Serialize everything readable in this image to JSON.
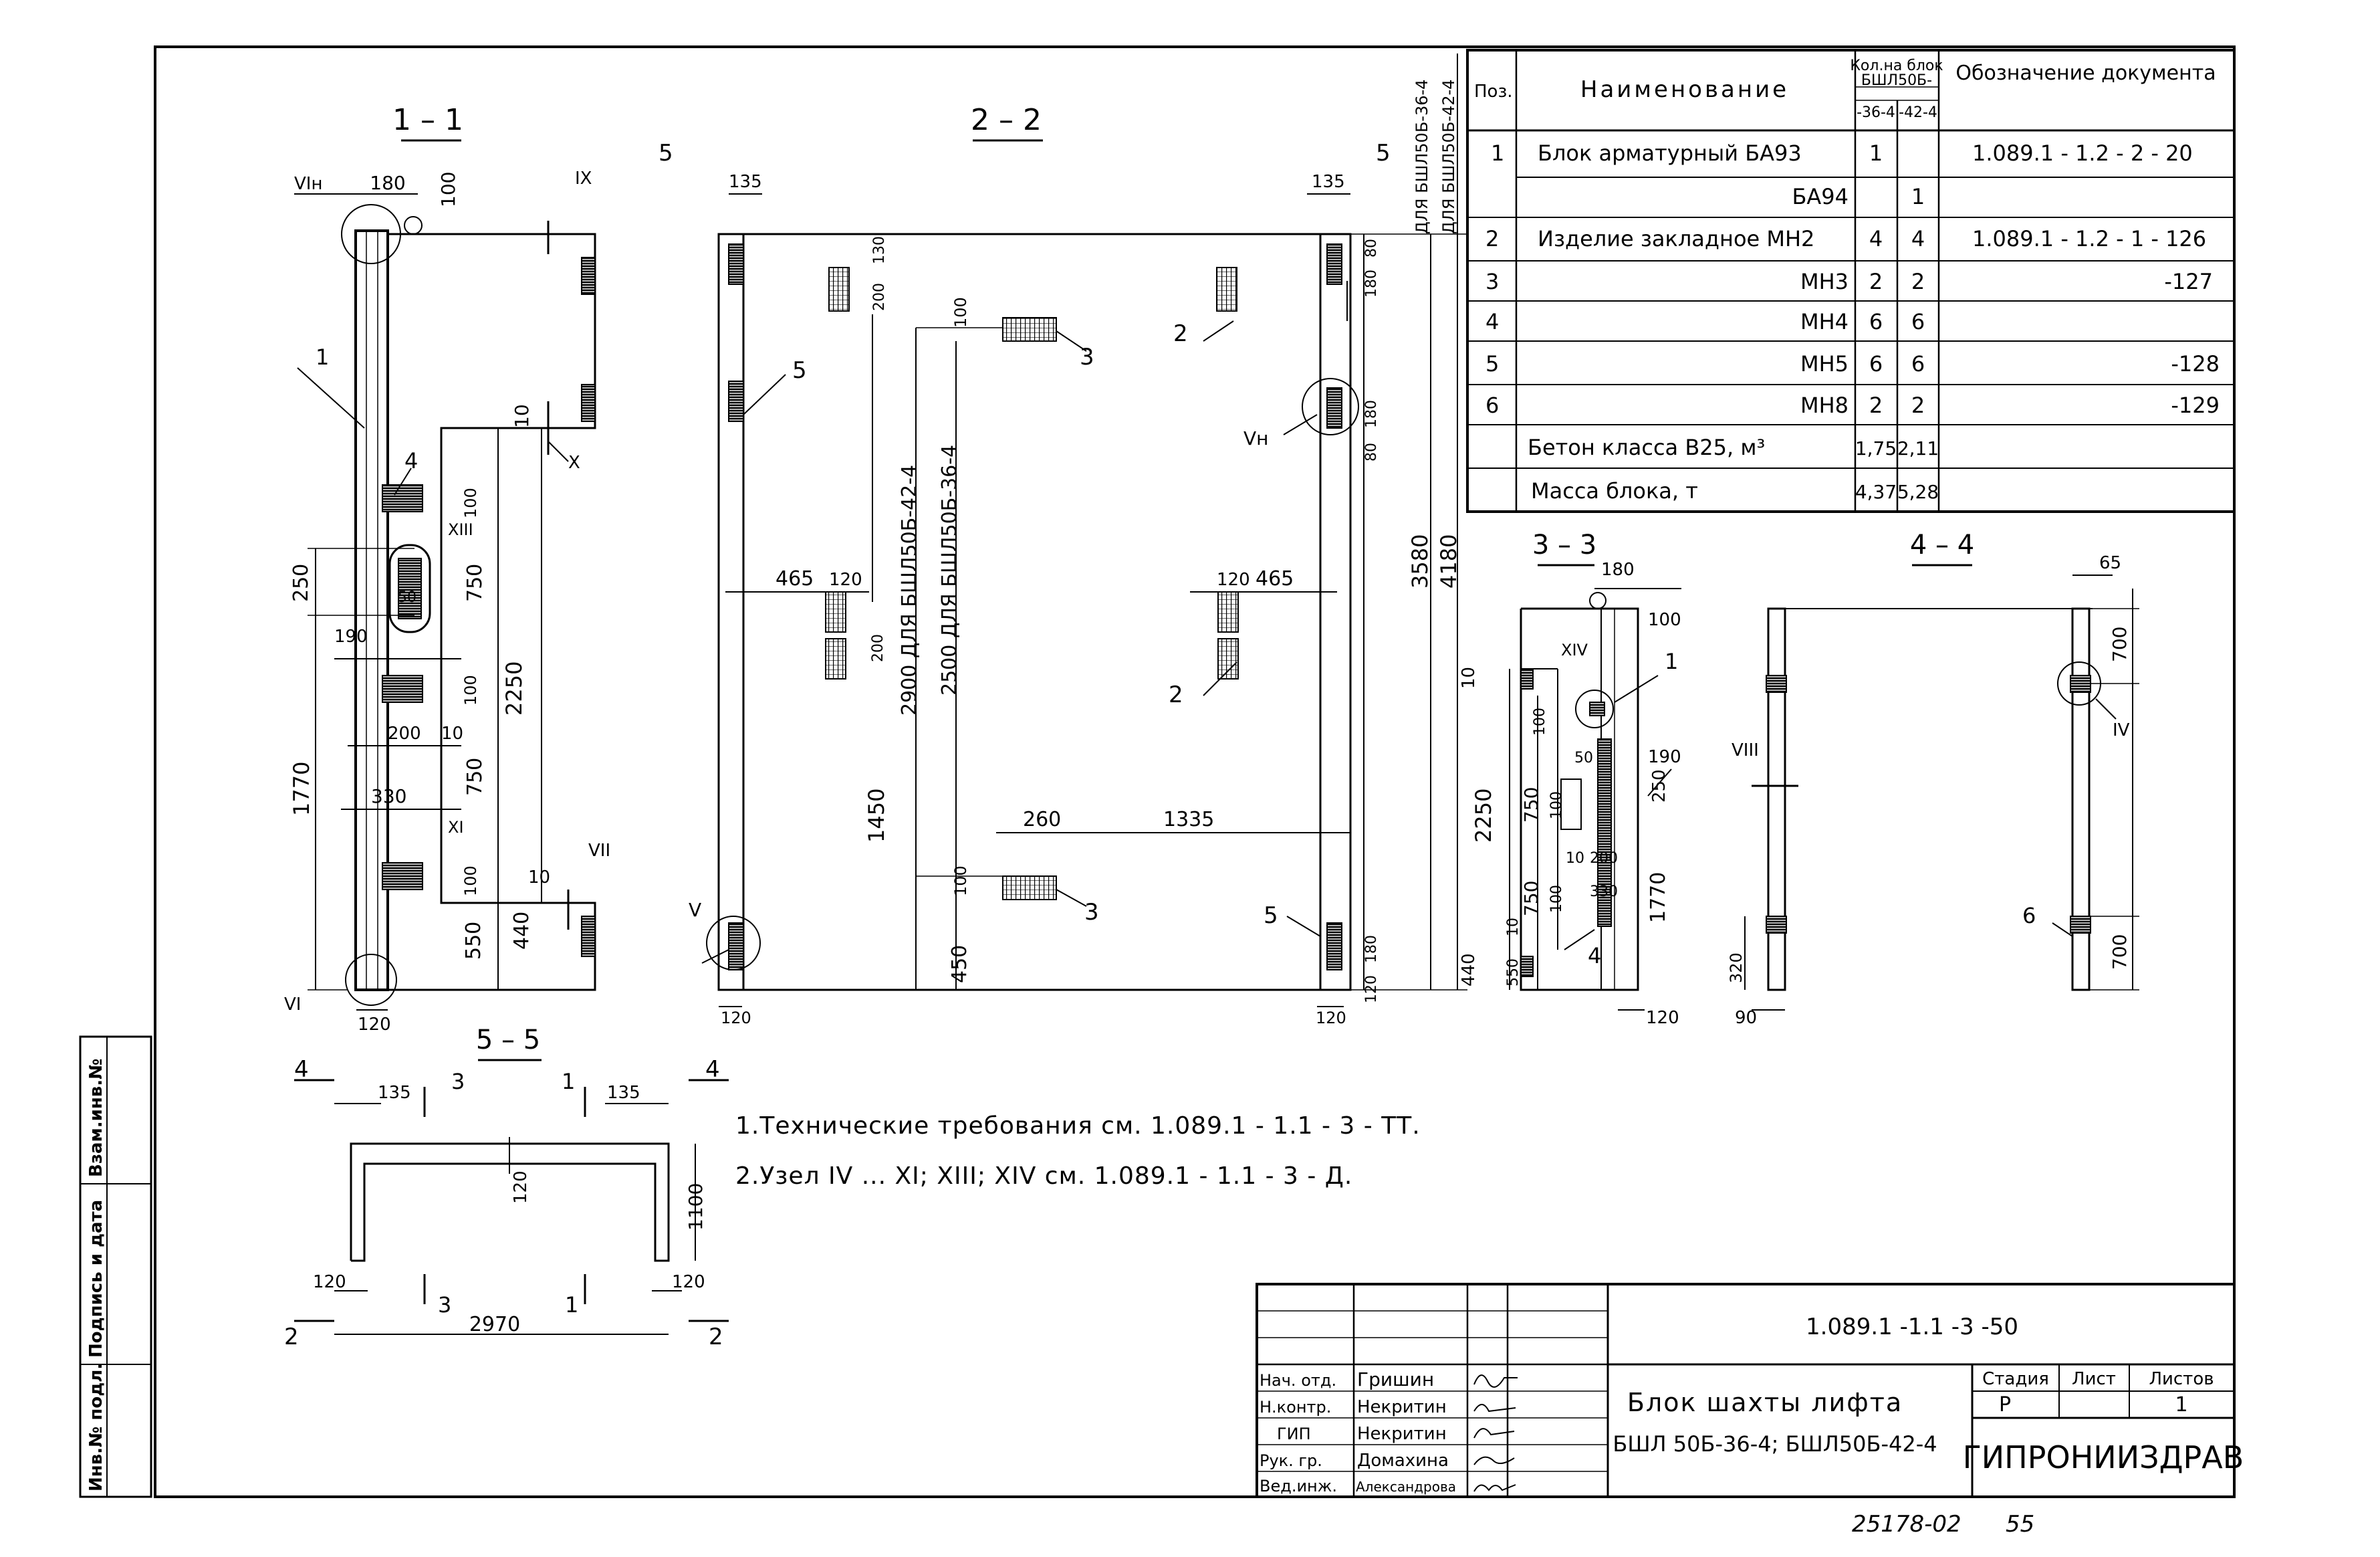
{
  "sections": {
    "s11": "1 – 1",
    "s22": "2 – 2",
    "s33": "3 – 3",
    "s44": "4 – 4",
    "s55": "5 – 5"
  },
  "cut_marks": {
    "c5": "5",
    "c4": "4",
    "c2": "2",
    "c3": "3",
    "c1": "1"
  },
  "positions": {
    "p1": "1",
    "p2": "2",
    "p3": "3",
    "p4": "4",
    "p5": "5",
    "p6": "6"
  },
  "nodes": {
    "VIn": "VIн",
    "Vn": "Vн",
    "V": "V",
    "VI": "VI",
    "VII": "VII",
    "VIII": "VIII",
    "IX": "IX",
    "X": "X",
    "XI": "XI",
    "XIII": "XIII",
    "XIV": "XIV",
    "IV": "IV"
  },
  "dims": {
    "d180": "180",
    "d100": "100",
    "d10": "10",
    "d250": "250",
    "d190": "190",
    "d50": "50",
    "d200": "200",
    "d330": "330",
    "d750": "750",
    "d2250": "2250",
    "d1770": "1770",
    "d550": "550",
    "d440": "440",
    "d120": "120",
    "d135": "135",
    "d130": "130",
    "d465": "465",
    "d1450": "1450",
    "d450": "450",
    "d260": "260",
    "d1335": "1335",
    "d80": "80",
    "d3580": "3580",
    "d4180": "4180",
    "d65": "65",
    "d700": "700",
    "d90": "90",
    "d320": "320",
    "d1100": "1100",
    "d2970": "2970",
    "d2900": "2900 ДЛЯ БШЛ50Б-42-4",
    "d2500": "2500 ДЛЯ БШЛ50Б-36-4",
    "d_for36": "ДЛЯ БШЛ50Б-36-4",
    "d_for42": "ДЛЯ БШЛ50Б-42-4"
  },
  "spec_table": {
    "h_pos": "Поз.",
    "h_name": "Наименование",
    "h_qty": "Кол.на блок",
    "h_qty2": "БШЛ50Б-",
    "h_q36": "-36-4",
    "h_q42": "-42-4",
    "h_doc": "Обозначение документа",
    "rows": [
      {
        "pos": "1",
        "name": "Блок арматурный БА93",
        "q36": "1",
        "q42": "",
        "doc": "1.089.1 - 1.2 - 2 - 20"
      },
      {
        "pos": "",
        "name": "БА94",
        "q36": "",
        "q42": "1",
        "doc": ""
      },
      {
        "pos": "2",
        "name": "Изделие закладное МН2",
        "q36": "4",
        "q42": "4",
        "doc": "1.089.1 - 1.2 - 1 - 126"
      },
      {
        "pos": "3",
        "name": "МН3",
        "q36": "2",
        "q42": "2",
        "doc": "-127"
      },
      {
        "pos": "4",
        "name": "МН4",
        "q36": "6",
        "q42": "6",
        "doc": ""
      },
      {
        "pos": "5",
        "name": "МН5",
        "q36": "6",
        "q42": "6",
        "doc": "-128"
      },
      {
        "pos": "6",
        "name": "МН8",
        "q36": "2",
        "q42": "2",
        "doc": "-129"
      }
    ],
    "concrete_label": "Бетон класса В25, м³",
    "concrete_36": "1,75",
    "concrete_42": "2,11",
    "mass_label": "Масса блока, т",
    "mass_36": "4,37",
    "mass_42": "5,28"
  },
  "notes": {
    "n1": "1.Технические требования см. 1.089.1 - 1.1 - 3 - ТТ.",
    "n2": "2.Узел IV ... XI; XIII; XIV см. 1.089.1 - 1.1 - 3 - Д."
  },
  "side_stamp": {
    "inv_podl": "Инв.№ подл.",
    "podpis": "Подпись и дата",
    "vzam": "Взам.инв.№"
  },
  "title_block": {
    "code": "1.089.1 -1.1 -3 -50",
    "title": "Блок шахты лифта",
    "subtitle": "БШЛ 50Б-36-4; БШЛ50Б-42-4",
    "stage_h": "Стадия",
    "sheet_h": "Лист",
    "sheets_h": "Листов",
    "stage": "Р",
    "sheet": "",
    "sheets": "1",
    "org": "ГИПРОНИИЗДРАВ",
    "staff": [
      {
        "role": "Нач. отд.",
        "name": "Гришин"
      },
      {
        "role": "Н.контр.",
        "name": "Некритин"
      },
      {
        "role": "ГИП",
        "name": "Некритин"
      },
      {
        "role": "Рук. гр.",
        "name": "Домахина"
      },
      {
        "role": "Вед.инж.",
        "name": "Александрова"
      }
    ]
  },
  "footer": {
    "stamp": "25178-02",
    "page": "55"
  }
}
